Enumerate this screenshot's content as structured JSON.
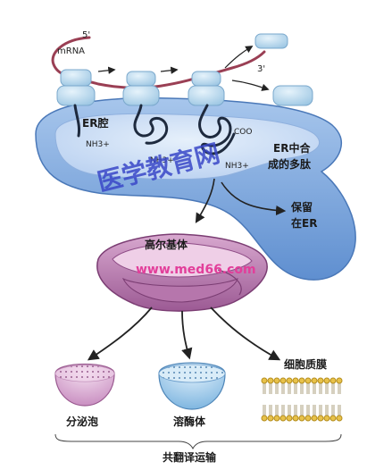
{
  "labels": {
    "mrna": "mRNA",
    "five_prime": "5'",
    "three_prime": "3'",
    "er_lumen": "ER腔",
    "nh3_a": "NH3+",
    "nh3_b": "NH3+",
    "nh3_c": "NH3+",
    "cooh": "COO",
    "er_polypeptide_line1": "ER中合",
    "er_polypeptide_line2": "成的多肽",
    "retained_line1": "保留",
    "retained_line2": "在ER",
    "golgi": "高尔基体",
    "secretory_vesicle": "分泌泡",
    "lysosome": "溶酶体",
    "plasma_membrane": "细胞质膜",
    "cotranslational_transport": "共翻译运输"
  },
  "watermarks": {
    "site_cn": "医学教育网",
    "site_url": "www.med66.com"
  },
  "colors": {
    "er_fill": "#7fa9dd",
    "er_lumen": "#c9ddf5",
    "golgi_fill": "#c98fbf",
    "golgi_dark": "#8e4b86",
    "vesicle_pink": "#d9a6cf",
    "lysosome_blue": "#8ec3e6",
    "membrane_head": "#e8c24a",
    "mrna": "#9a3f54",
    "ribosome": "#b9d8ec",
    "arrow": "#222222",
    "watermark_red": "#e0303c",
    "watermark_blue": "#3a48c8",
    "watermark_green": "#24a040",
    "watermark_pink": "#e23e9a"
  }
}
